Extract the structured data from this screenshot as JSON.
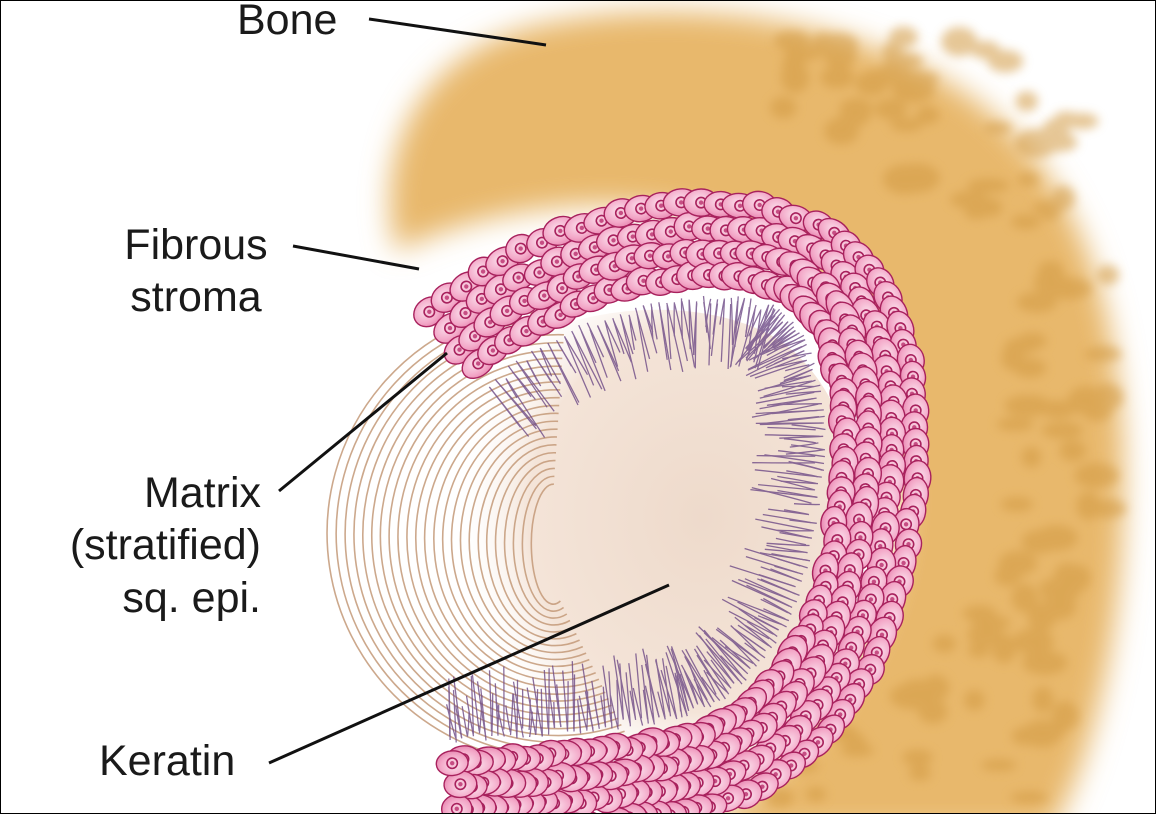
{
  "labels": {
    "bone": "Bone",
    "fibrous_stroma": [
      "Fibrous",
      "stroma"
    ],
    "matrix": [
      "Matrix",
      "(stratified)",
      "sq. epi."
    ],
    "keratin": "Keratin"
  },
  "colors": {
    "bone": "#e6b466",
    "bone_pores": "#d29a43",
    "keratin": "#f1ddd0",
    "keratin_lines": "#c49a79",
    "cell_fill": "#ef9dc0",
    "cell_outline": "#a8215d",
    "nucleus": "#c64d83",
    "fibers": "#6e4a86",
    "leader_lines": "#111111"
  }
}
